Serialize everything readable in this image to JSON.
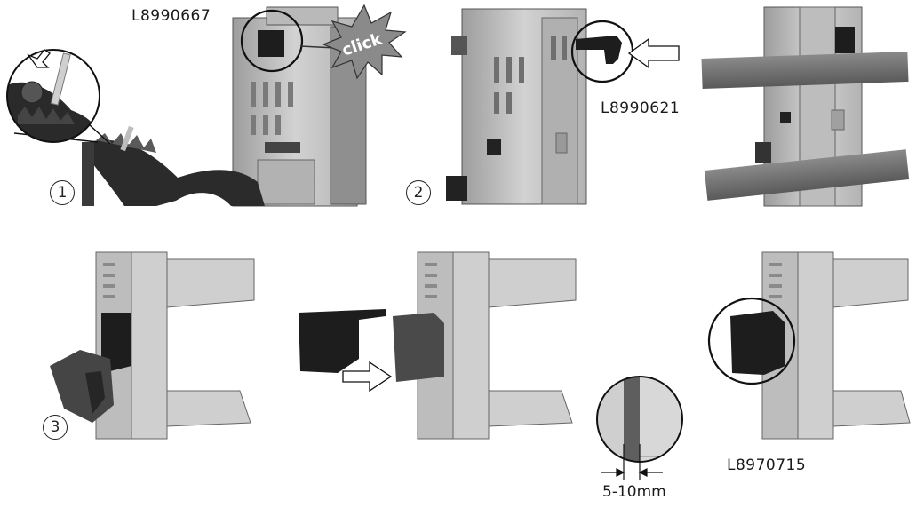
{
  "part_numbers": {
    "top_left": "L8990667",
    "top_middle": "L8990621",
    "bottom_right": "L8970715"
  },
  "callout": {
    "click_text": "click"
  },
  "steps": {
    "step1": "1",
    "step2": "2",
    "step3": "3"
  },
  "dimension": {
    "gap_label": "5-10mm"
  },
  "colors": {
    "housing_light": "#c9c9c9",
    "housing_mid": "#a9a9a9",
    "part_dark": "#1d1d1d",
    "rail_gray": "#6e6e6e",
    "burst_gray": "#8a8a8a"
  }
}
